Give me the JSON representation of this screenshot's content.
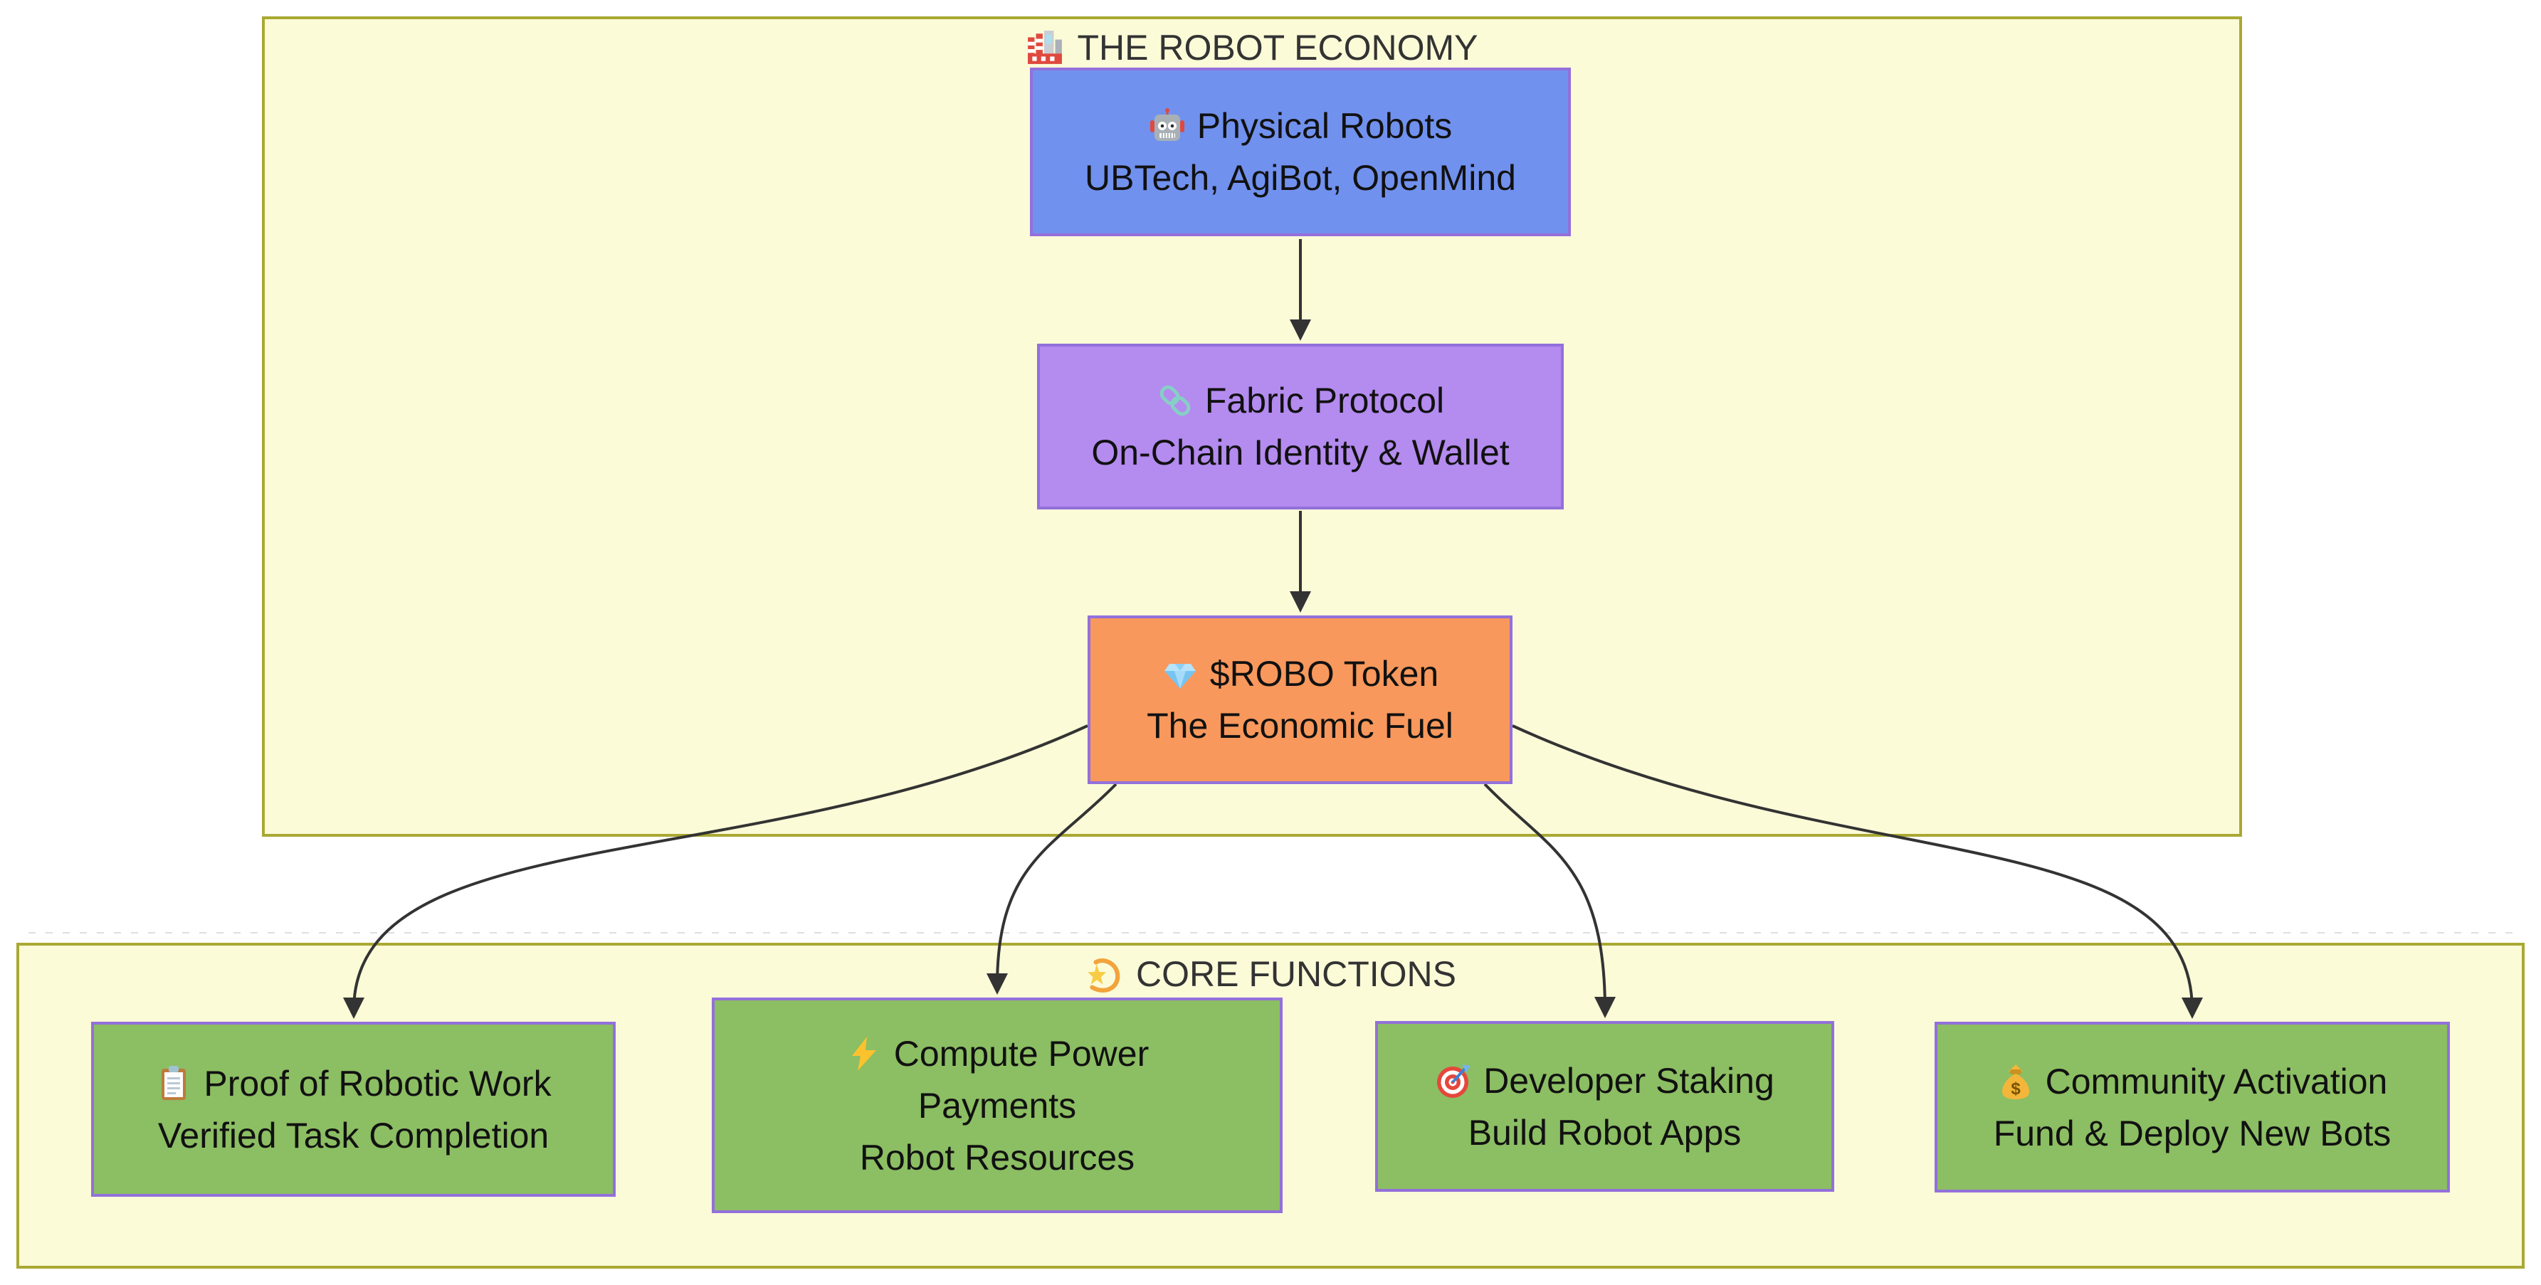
{
  "diagram": {
    "groups": [
      {
        "id": "robot-economy",
        "icon": "🏭",
        "icon_name": "factory-icon",
        "title": "THE ROBOT ECONOMY"
      },
      {
        "id": "core-functions",
        "icon": "💫",
        "icon_name": "dizzy-icon",
        "title": "CORE FUNCTIONS"
      }
    ],
    "nodes": [
      {
        "id": "physical-robots",
        "icon": "🤖",
        "icon_name": "robot-icon",
        "lines": [
          "Physical Robots",
          "UBTech, AgiBot, OpenMind"
        ],
        "fill": "#7191ee"
      },
      {
        "id": "fabric-protocol",
        "icon": "🔗",
        "icon_name": "link-icon",
        "lines": [
          "Fabric Protocol",
          "On-Chain Identity & Wallet"
        ],
        "fill": "#b48bef"
      },
      {
        "id": "robo-token",
        "icon": "💎",
        "icon_name": "gem-icon",
        "lines": [
          "$ROBO Token",
          "The Economic Fuel"
        ],
        "fill": "#f8985c"
      },
      {
        "id": "proof-of-robotic-work",
        "icon": "📋",
        "icon_name": "clipboard-icon",
        "lines": [
          "Proof of Robotic Work",
          "Verified Task Completion"
        ],
        "fill": "#8cbe63"
      },
      {
        "id": "compute-power",
        "icon": "⚡",
        "icon_name": "bolt-icon",
        "lines": [
          "Compute Power",
          "Payments",
          "Robot Resources"
        ],
        "fill": "#8cbe63"
      },
      {
        "id": "developer-staking",
        "icon": "🎯",
        "icon_name": "target-icon",
        "lines": [
          "Developer Staking",
          "Build Robot Apps"
        ],
        "fill": "#8cbe63"
      },
      {
        "id": "community-activation",
        "icon": "💰",
        "icon_name": "moneybag-icon",
        "lines": [
          "Community Activation",
          "Fund & Deploy New Bots"
        ],
        "fill": "#8cbe63"
      }
    ],
    "edges": [
      {
        "from": "physical-robots",
        "to": "fabric-protocol"
      },
      {
        "from": "fabric-protocol",
        "to": "robo-token"
      },
      {
        "from": "robo-token",
        "to": "proof-of-robotic-work"
      },
      {
        "from": "robo-token",
        "to": "compute-power"
      },
      {
        "from": "robo-token",
        "to": "developer-staking"
      },
      {
        "from": "robo-token",
        "to": "community-activation"
      }
    ],
    "colors": {
      "cluster_fill": "#fbfbd8",
      "cluster_border": "#a9a933",
      "node_border": "#9370DB",
      "edge": "#333333",
      "title_text": "#333333",
      "node_text": "#111111",
      "page_background": "#ffffff"
    }
  }
}
